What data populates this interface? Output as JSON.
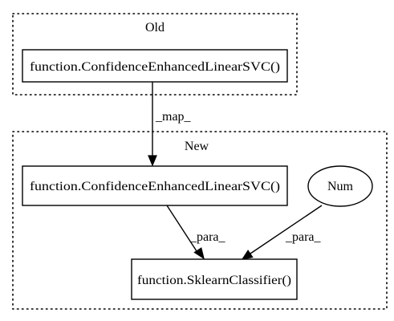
{
  "clusters": {
    "old": {
      "label": "Old"
    },
    "new": {
      "label": "New"
    }
  },
  "nodes": {
    "old_confidence": {
      "label": "function.ConfidenceEnhancedLinearSVC()"
    },
    "new_confidence": {
      "label": "function.ConfidenceEnhancedLinearSVC()"
    },
    "num": {
      "label": "Num"
    },
    "sklearn": {
      "label": "function.SklearnClassifier()"
    }
  },
  "edges": {
    "map": {
      "label": "_map_"
    },
    "para_from_confidence": {
      "label": "_para_"
    },
    "para_from_num": {
      "label": "_para_"
    }
  },
  "colors": {
    "stroke": "#000000",
    "background": "#ffffff"
  }
}
